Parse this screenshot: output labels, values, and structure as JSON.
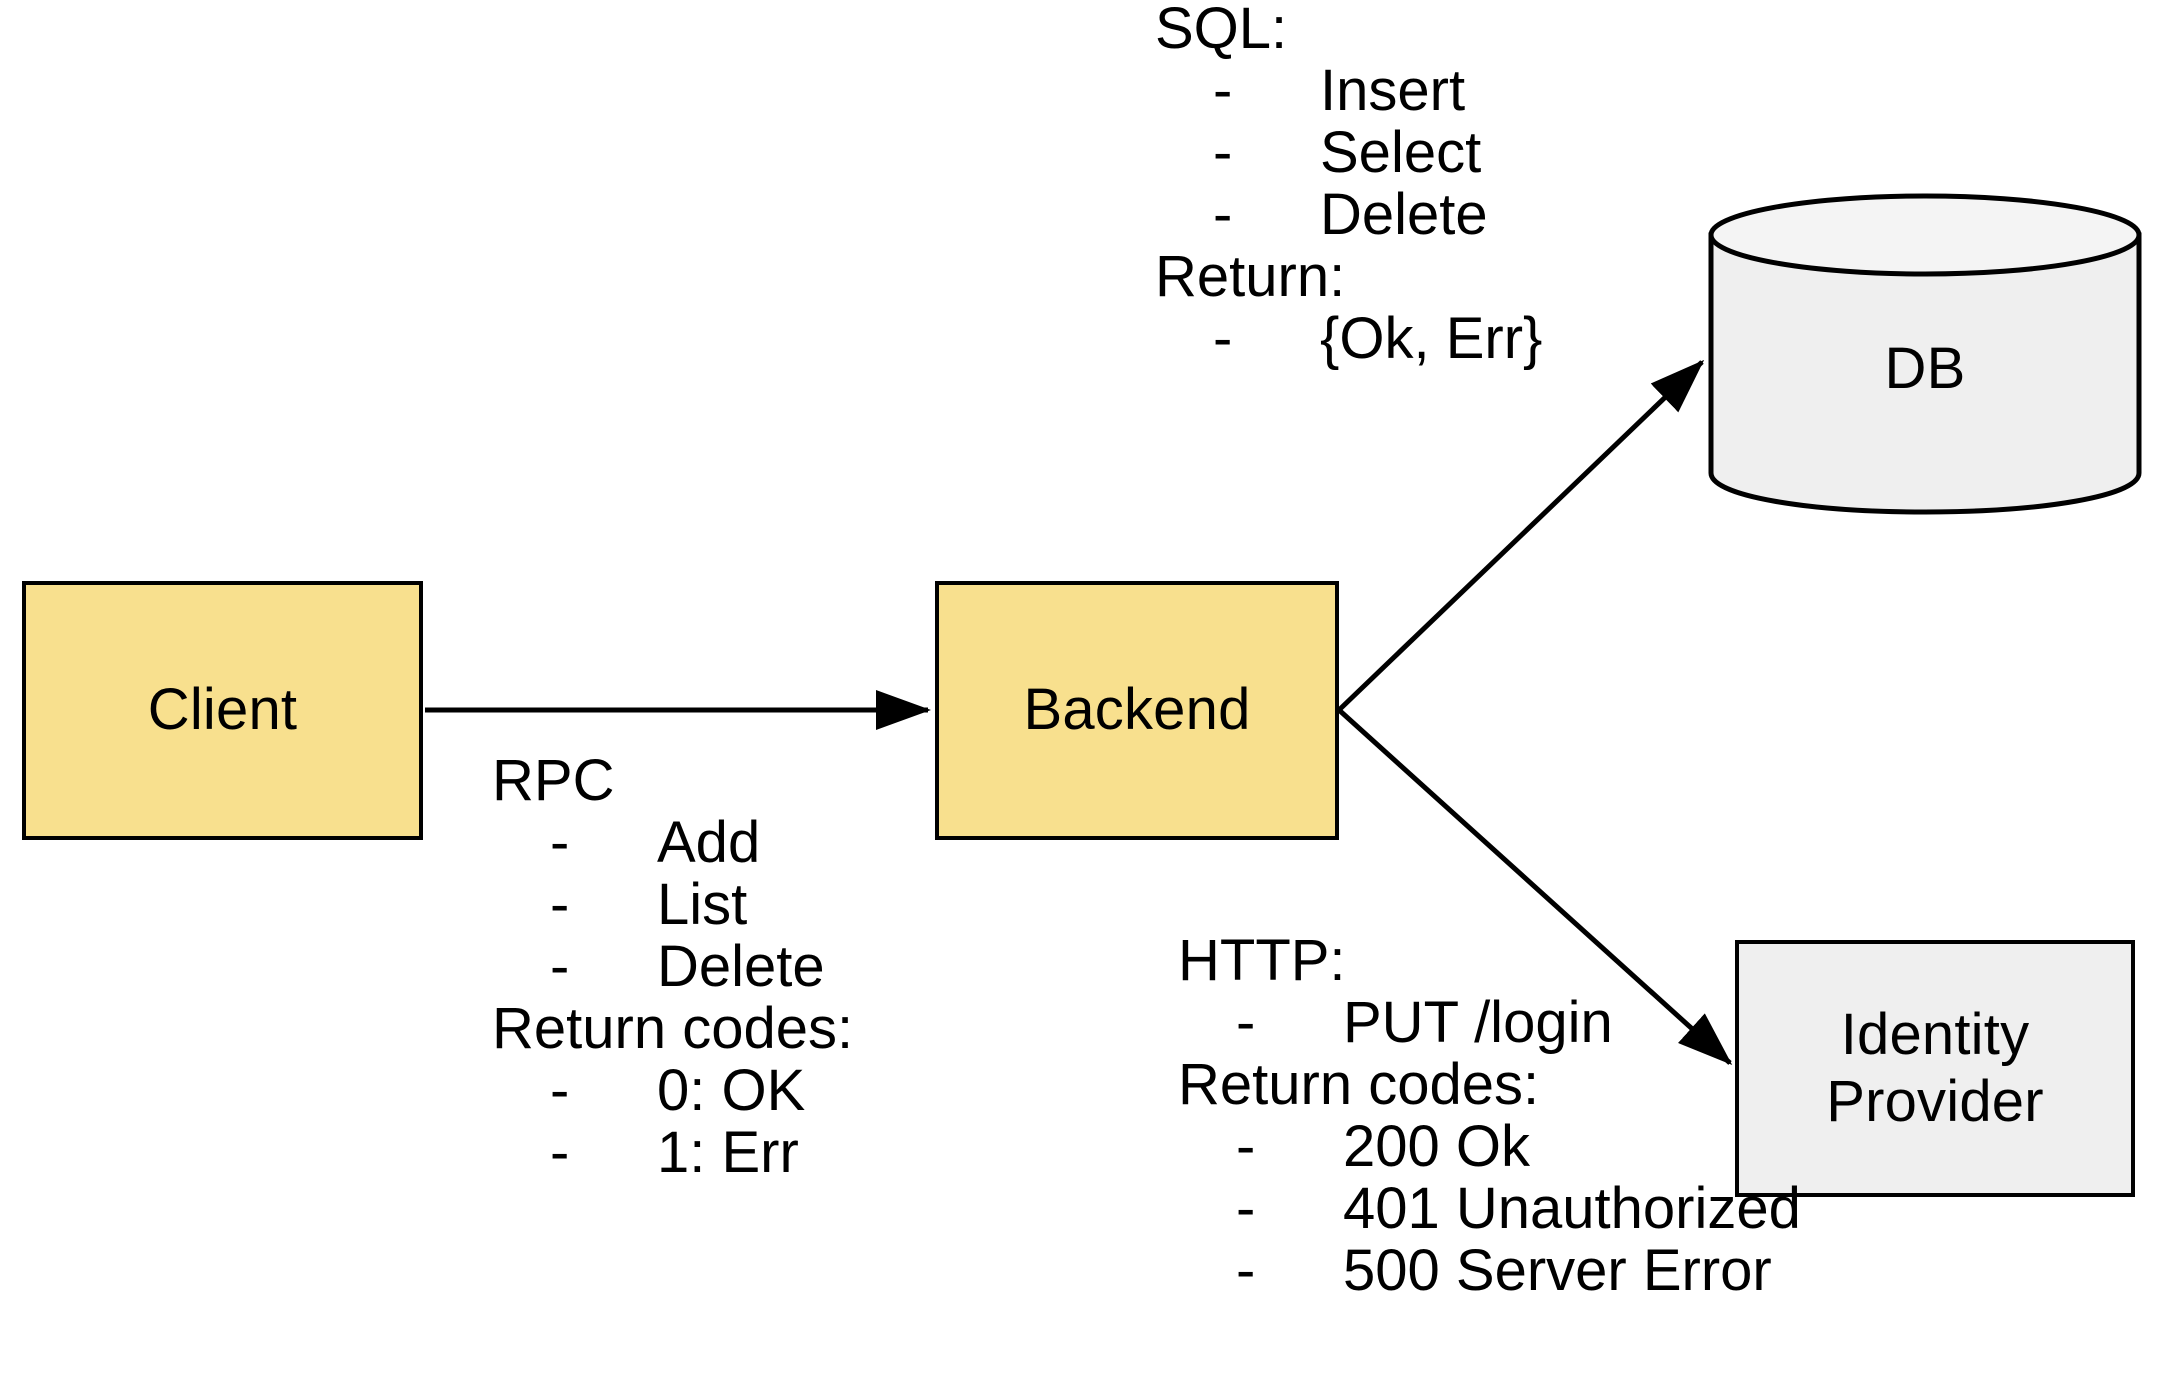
{
  "diagram": {
    "title": "Client / Backend / DB / Identity Provider architecture",
    "colors": {
      "service_fill": "#F8E08E",
      "external_fill": "#EFEFEF",
      "stroke": "#000000",
      "background": "#FFFFFF"
    },
    "nodes": [
      {
        "id": "client",
        "label": "Client",
        "shape": "rectangle",
        "fill": "#F8E08E"
      },
      {
        "id": "backend",
        "label": "Backend",
        "shape": "rectangle",
        "fill": "#F8E08E"
      },
      {
        "id": "db",
        "label": "DB",
        "shape": "cylinder",
        "fill": "#EFEFEF"
      },
      {
        "id": "idp",
        "label": "Identity\nProvider",
        "shape": "rectangle",
        "fill": "#EFEFEF",
        "label_line1": "Identity",
        "label_line2": "Provider"
      }
    ],
    "edges": [
      {
        "id": "client-backend",
        "from": "client",
        "to": "backend",
        "annotation": "rpc",
        "direction": "right"
      },
      {
        "id": "backend-db",
        "from": "backend",
        "to": "db",
        "annotation": "sql",
        "direction": "up-right"
      },
      {
        "id": "backend-idp",
        "from": "backend",
        "to": "idp",
        "annotation": "http",
        "direction": "down-right"
      }
    ],
    "annotations": {
      "sql": {
        "header": "SQL:",
        "items": [
          "Insert",
          "Select",
          "Delete"
        ],
        "return_header": "Return:",
        "return_items": [
          "{Ok, Err}"
        ],
        "bullet": "-"
      },
      "rpc": {
        "header": "RPC",
        "items": [
          "Add",
          "List",
          "Delete"
        ],
        "return_header": "Return codes:",
        "return_items": [
          "0: OK",
          "1: Err"
        ],
        "bullet": "-"
      },
      "http": {
        "header": "HTTP:",
        "items": [
          "PUT /login"
        ],
        "return_header": "Return codes:",
        "return_items": [
          "200 Ok",
          "401 Unauthorized",
          "500 Server Error"
        ],
        "bullet": "-"
      }
    }
  }
}
